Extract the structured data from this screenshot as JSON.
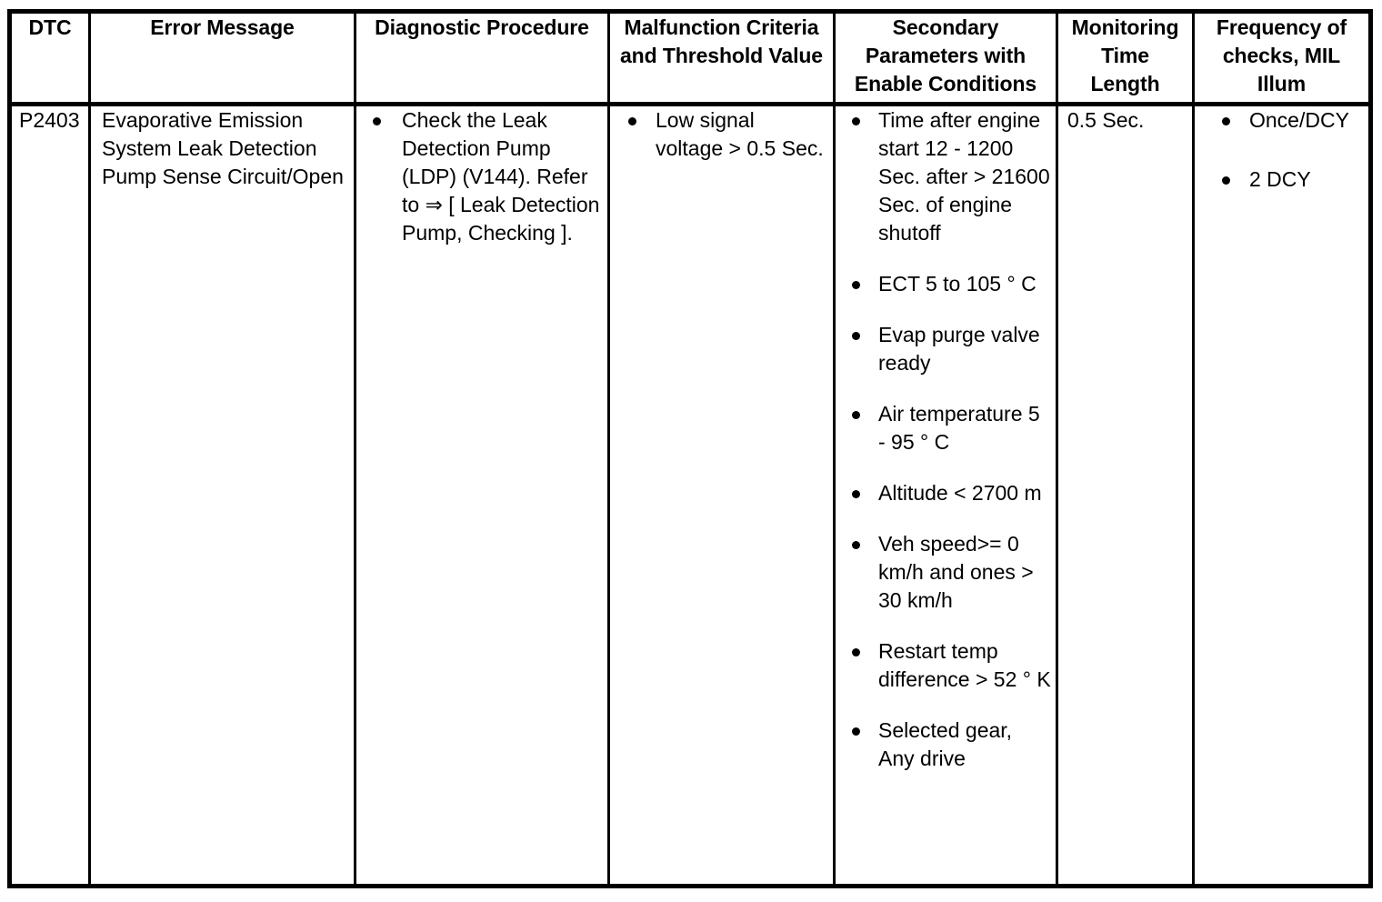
{
  "table": {
    "headers": [
      {
        "key": "dtc",
        "label": "DTC"
      },
      {
        "key": "error",
        "label": "Error Message"
      },
      {
        "key": "diag",
        "label": "Diagnostic Procedure"
      },
      {
        "key": "malf",
        "label": "Malfunction Criteria and Threshold Value"
      },
      {
        "key": "sec",
        "label": "Secondary Parameters with Enable Conditions"
      },
      {
        "key": "mon",
        "label": "Monitoring Time Length"
      },
      {
        "key": "freq",
        "label": "Frequency of checks, MIL Illum"
      }
    ],
    "rows": [
      {
        "dtc": "P2403",
        "error_message": "Evaporative Emission System Leak Detection Pump Sense Circuit/Open",
        "diagnostic_procedure": [
          "Check the Leak Detection Pump (LDP) (V144). Refer to ⇒ [ Leak Detection Pump, Checking ]."
        ],
        "malfunction_criteria": [
          "Low signal voltage > 0.5 Sec."
        ],
        "secondary_parameters": [
          "Time after engine start 12 - 1200 Sec. after > 21600 Sec. of engine shutoff",
          "ECT 5 to 105 ° C",
          "Evap purge valve ready",
          "Air temperature 5 - 95 ° C",
          "Altitude < 2700 m",
          "Veh speed>= 0 km/h and ones > 30 km/h",
          "Restart temp difference > 52 ° K",
          "Selected gear, Any drive"
        ],
        "monitoring_time_length": "0.5 Sec.",
        "frequency_of_checks": [
          "Once/DCY",
          "2 DCY"
        ]
      }
    ]
  },
  "colors": {
    "border": "#000000",
    "text": "#000000",
    "background": "#ffffff"
  }
}
